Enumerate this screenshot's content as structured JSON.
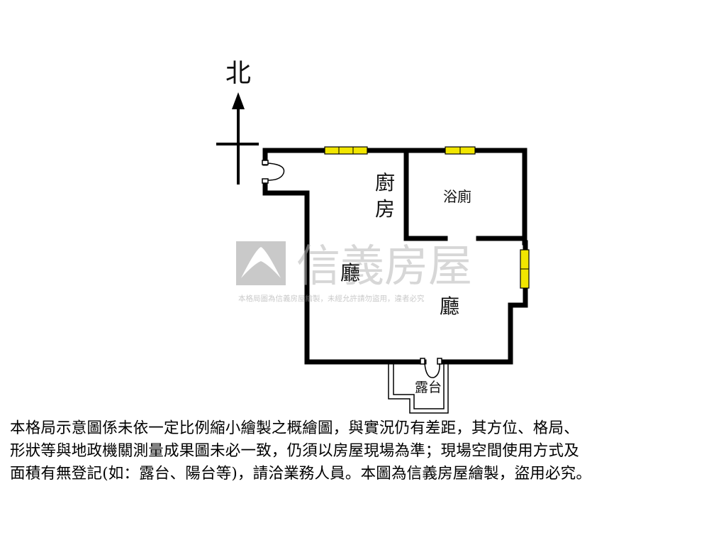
{
  "compass": {
    "north_label": "北"
  },
  "rooms": {
    "kitchen_line1": "廚",
    "kitchen_line2": "房",
    "bathroom": "浴廁",
    "living_left": "廳",
    "living_right": "廳",
    "balcony": "露台"
  },
  "watermark": {
    "brand": "信義房屋",
    "caption": "本格局圖為信義房屋繪製，未經允許請勿盜用，違者必究",
    "logo_color": "#9e9e9e"
  },
  "disclaimer": {
    "line1": "本格局示意圖係未依一定比例縮小繪製之概繪圖，與實況仍有差距，其方位、格局、",
    "line2": "形狀等與地政機關測量成果圖未必一致，仍須以房屋現場為準；現場空間使用方式及",
    "line3": "面積有無登記(如：露台、陽台等)，請洽業務人員。本圖為信義房屋繪製，盜用必究。"
  },
  "colors": {
    "wall": "#000000",
    "window_fill": "#f2e600",
    "watermark_gray": "#c8c8c8"
  }
}
